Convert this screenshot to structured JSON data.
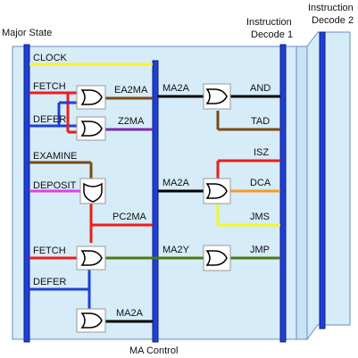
{
  "titles": {
    "major_state": "Major State",
    "instruction_decode_1": [
      "Instruction",
      "Decode 1"
    ],
    "instruction_decode_2": [
      "Instruction",
      "Decode 2"
    ],
    "ma_control": "MA Control"
  },
  "left_inputs": {
    "clock": "CLOCK",
    "fetch_top": "FETCH",
    "defer_top": "DEFER",
    "examine": "EXAMINE",
    "deposit": "DEPOSIT",
    "fetch_bottom": "FETCH",
    "defer_bottom": "DEFER"
  },
  "gate_outputs": {
    "ea2ma": "EA2MA",
    "z2ma": "Z2MA",
    "pc2ma": "PC2MA",
    "ma2a_bottom": "MA2A"
  },
  "right_section": {
    "ma2a_top": "MA2A",
    "ma2a_mid": "MA2A",
    "ma2y": "MA2Y",
    "and": "AND",
    "tad": "TAD",
    "isz": "ISZ",
    "dca": "DCA",
    "jms": "JMS",
    "jmp": "JMP"
  },
  "colors": {
    "panel_fill": "#d6ecf8",
    "bus_blue": "#1f3fd6",
    "clock_yellow": "#f5f528",
    "fetch_red": "#ee1c1c",
    "defer_blue": "#1f3fd6",
    "examine_brown": "#7a4a12",
    "deposit_magenta": "#e63ce6",
    "z2ma_purple": "#7a2ab0",
    "dca_orange": "#f59b1e",
    "jmp_green": "#4a7a12",
    "black": "#000000"
  }
}
